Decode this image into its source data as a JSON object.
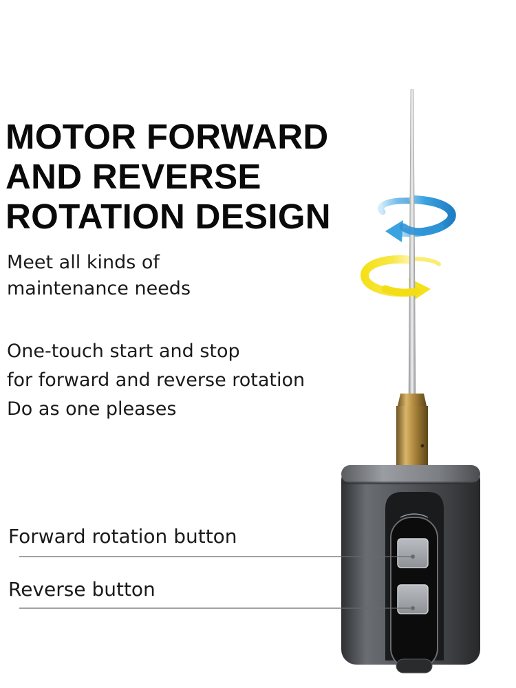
{
  "headline": {
    "lines": [
      "MOTOR FORWARD",
      "AND REVERSE",
      "ROTATION DESIGN"
    ]
  },
  "intro": {
    "lines": [
      "Meet all kinds of",
      "maintenance needs"
    ]
  },
  "details": {
    "lines": [
      "One-touch start and stop",
      "for forward and reverse rotation",
      "Do as one pleases"
    ]
  },
  "callouts": {
    "forward_button": "Forward rotation button",
    "reverse_button": "Reverse button"
  },
  "colors": {
    "rotation_arrow_top": "#3ba3e0",
    "rotation_arrow_bottom": "#f5e11a",
    "collet": "#b08a3e",
    "body": "#4a4c50"
  },
  "icons": {
    "rotation_top": "counterclockwise-rotation-arrow",
    "rotation_bottom": "clockwise-rotation-arrow"
  }
}
